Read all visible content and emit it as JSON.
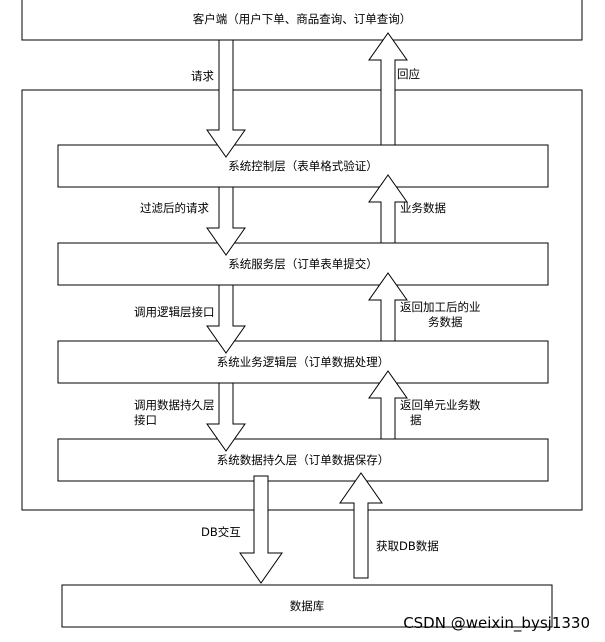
{
  "client_box": {
    "label": "客户端（用户下单、商品查询、订单查询）"
  },
  "layers": [
    {
      "label": "系统控制层（表单格式验证）"
    },
    {
      "label": "系统服务层（订单表单提交）"
    },
    {
      "label": "系统业务逻辑层（订单数据处理）"
    },
    {
      "label": "系统数据持久层（订单数据保存）"
    }
  ],
  "database_box": {
    "label": "数据库"
  },
  "down_labels": [
    {
      "lines": [
        "请求"
      ]
    },
    {
      "lines": [
        "过滤后的请求"
      ]
    },
    {
      "lines": [
        "调用逻辑层接口"
      ]
    },
    {
      "lines": [
        "调用数据持久层",
        "接口"
      ]
    },
    {
      "lines": [
        "DB交互"
      ]
    }
  ],
  "up_labels": [
    {
      "lines": [
        "回应"
      ]
    },
    {
      "lines": [
        "业务数据"
      ]
    },
    {
      "lines": [
        "返回加工后的业",
        "务数据"
      ]
    },
    {
      "lines": [
        "返回单元业务数",
        "据"
      ]
    },
    {
      "lines": [
        "获取DB数据"
      ]
    }
  ],
  "watermark": "CSDN @weixin_bysj1330"
}
